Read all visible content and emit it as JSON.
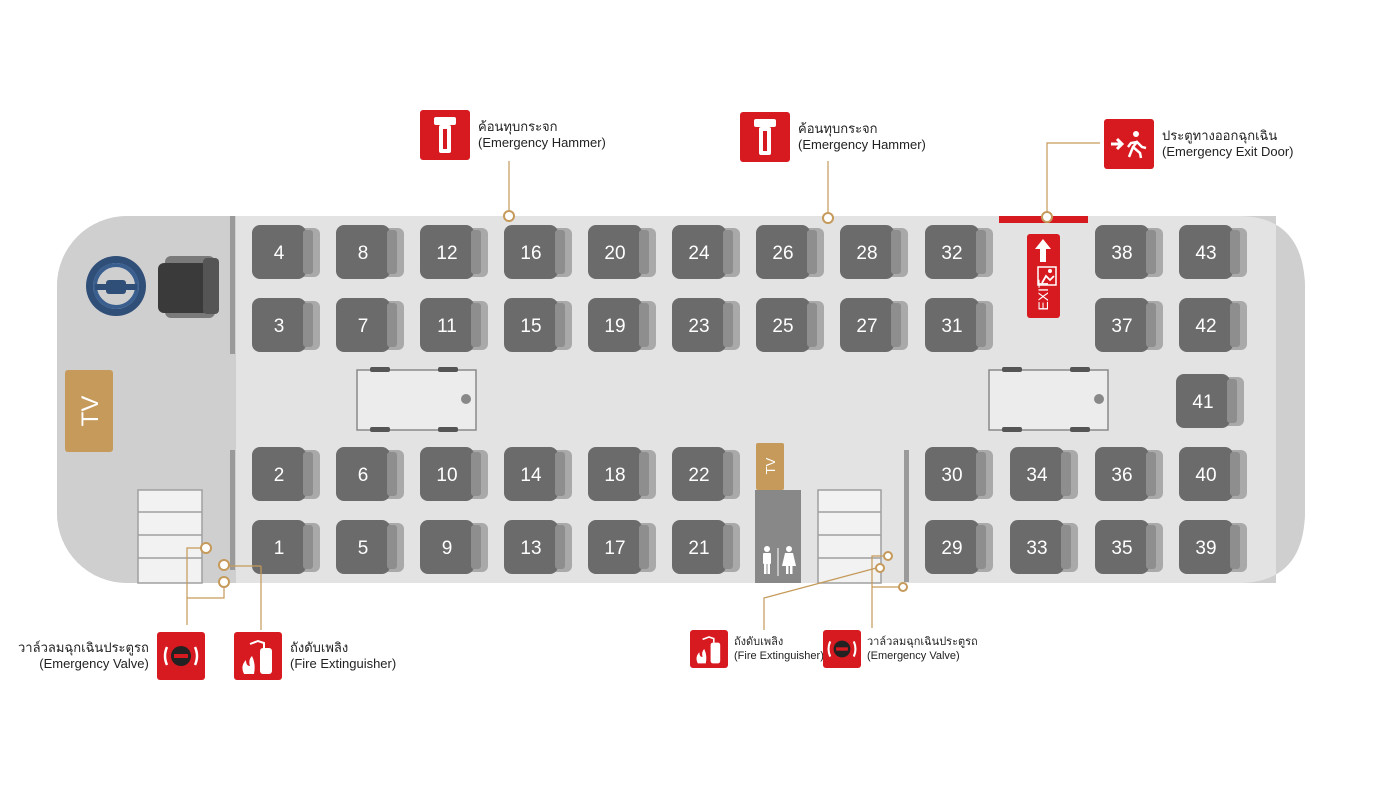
{
  "colors": {
    "accent": "#d71920",
    "gold": "#c59a5a",
    "seat": "#6b6b6b",
    "seat_back": "#8e8e8e",
    "floor": "#dedede",
    "hull": "#cfcfcf"
  },
  "seats_top": [
    "4",
    "8",
    "12",
    "16",
    "20",
    "24",
    "26",
    "28",
    "32",
    "38",
    "43"
  ],
  "seats_top2": [
    "3",
    "7",
    "11",
    "15",
    "19",
    "23",
    "25",
    "27",
    "31",
    "37",
    "42"
  ],
  "seat_mid": "41",
  "seats_bottom1": [
    "2",
    "6",
    "10",
    "14",
    "18",
    "22",
    "30",
    "34",
    "36",
    "40"
  ],
  "seats_bottom2": [
    "1",
    "5",
    "9",
    "13",
    "17",
    "21",
    "29",
    "33",
    "35",
    "39"
  ],
  "tv_front": "TV",
  "tv_mid": "TV",
  "exit_sign": "EXIT",
  "legends": {
    "hammer1": {
      "th": "ค้อนทุบกระจก",
      "en": "(Emergency Hammer)",
      "icon": "hammer-icon"
    },
    "hammer2": {
      "th": "ค้อนทุบกระจก",
      "en": "(Emergency Hammer)",
      "icon": "hammer-icon"
    },
    "exit_door": {
      "th": "ประตูทางออกฉุกเฉิน",
      "en": "(Emergency Exit Door)",
      "icon": "exit-runner-icon"
    },
    "valve_front": {
      "th": "วาล์วลมฉุกเฉินประตูรถ",
      "en": "(Emergency Valve)",
      "icon": "valve-icon"
    },
    "ext_front": {
      "th": "ถังดับเพลิง",
      "en": "(Fire Extinguisher)",
      "icon": "extinguisher-icon"
    },
    "ext_mid": {
      "th": "ถังดับเพลิง",
      "en": "(Fire Extinguisher)",
      "icon": "extinguisher-icon"
    },
    "valve_mid": {
      "th": "วาล์วลมฉุกเฉินประตูรถ",
      "en": "(Emergency Valve)",
      "icon": "valve-icon"
    }
  }
}
